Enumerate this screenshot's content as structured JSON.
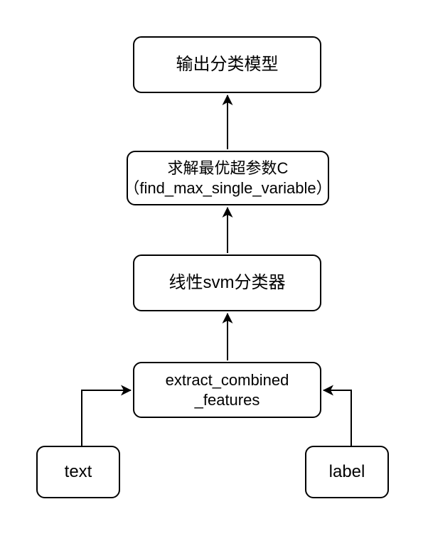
{
  "colors": {
    "background": "#ffffff",
    "node_fill": "#ffffff",
    "stroke": "#000000",
    "text": "#000000"
  },
  "diagram": {
    "type": "flowchart",
    "nodes": {
      "output_model": {
        "label": "输出分类模型"
      },
      "hyperparam": {
        "label_line1": "求解最优超参数C",
        "label_line2": "（find_max_single_variable）"
      },
      "svm_classifier": {
        "label": "线性svm分类器"
      },
      "extract_features": {
        "label_line1": "extract_combined",
        "label_line2": "_features"
      },
      "text_input": {
        "label": "text"
      },
      "label_input": {
        "label": "label"
      }
    },
    "edges": [
      {
        "from": "text_input",
        "to": "extract_features"
      },
      {
        "from": "label_input",
        "to": "extract_features"
      },
      {
        "from": "extract_features",
        "to": "svm_classifier"
      },
      {
        "from": "svm_classifier",
        "to": "hyperparam"
      },
      {
        "from": "hyperparam",
        "to": "output_model"
      }
    ]
  }
}
